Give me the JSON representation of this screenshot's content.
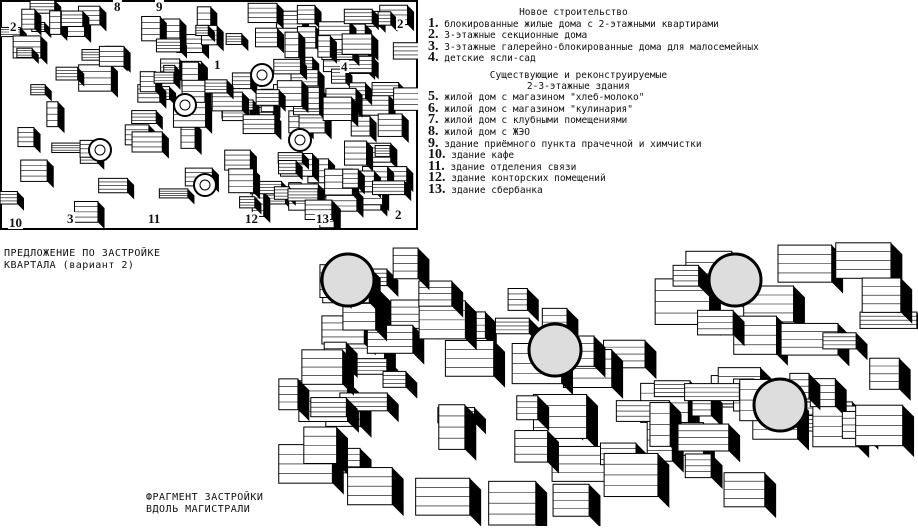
{
  "legend": {
    "new_heading": "Новое строительство",
    "new_items": [
      {
        "num": "1.",
        "text": "блокированные жилые дома с 2-этажными квартирами"
      },
      {
        "num": "2.",
        "text": "3-этажные секционные дома"
      },
      {
        "num": "3.",
        "text": "3-этажные галерейно-блокированные дома для малосемейных"
      },
      {
        "num": "4.",
        "text": "детские ясли-сад"
      }
    ],
    "existing_heading_1": "Существующие и реконструируемые",
    "existing_heading_2": "2-3-этажные здания",
    "existing_items": [
      {
        "num": "5.",
        "text": "жилой дом с магазином \"хлеб-молоко\""
      },
      {
        "num": "6.",
        "text": "жилой дом с магазином \"кулинария\""
      },
      {
        "num": "7.",
        "text": "жилой дом с клубными помещениями"
      },
      {
        "num": "8.",
        "text": "жилой дом с ЖЭО"
      },
      {
        "num": "9.",
        "text": "здание приёмного пункта прачечной и химчистки"
      },
      {
        "num": "10.",
        "text": "здание кафе"
      },
      {
        "num": "11.",
        "text": "здание отделения связи"
      },
      {
        "num": "12.",
        "text": "здание конторских помещений"
      },
      {
        "num": "13.",
        "text": "здание сбербанка"
      }
    ]
  },
  "plan": {
    "labels": [
      "8",
      "9",
      "2",
      "2",
      "1",
      "4",
      "10",
      "3",
      "11",
      "12",
      "13",
      "2"
    ],
    "caption_1": "ПРЕДЛОЖЕНИЕ ПО ЗАСТРОЙКЕ",
    "caption_2": "КВАРТАЛА (вариант 2)"
  },
  "fragment": {
    "caption_1": "ФРАГМЕНТ ЗАСТРОЙКИ",
    "caption_2": "ВДОЛЬ МАГИСТРАЛИ"
  }
}
